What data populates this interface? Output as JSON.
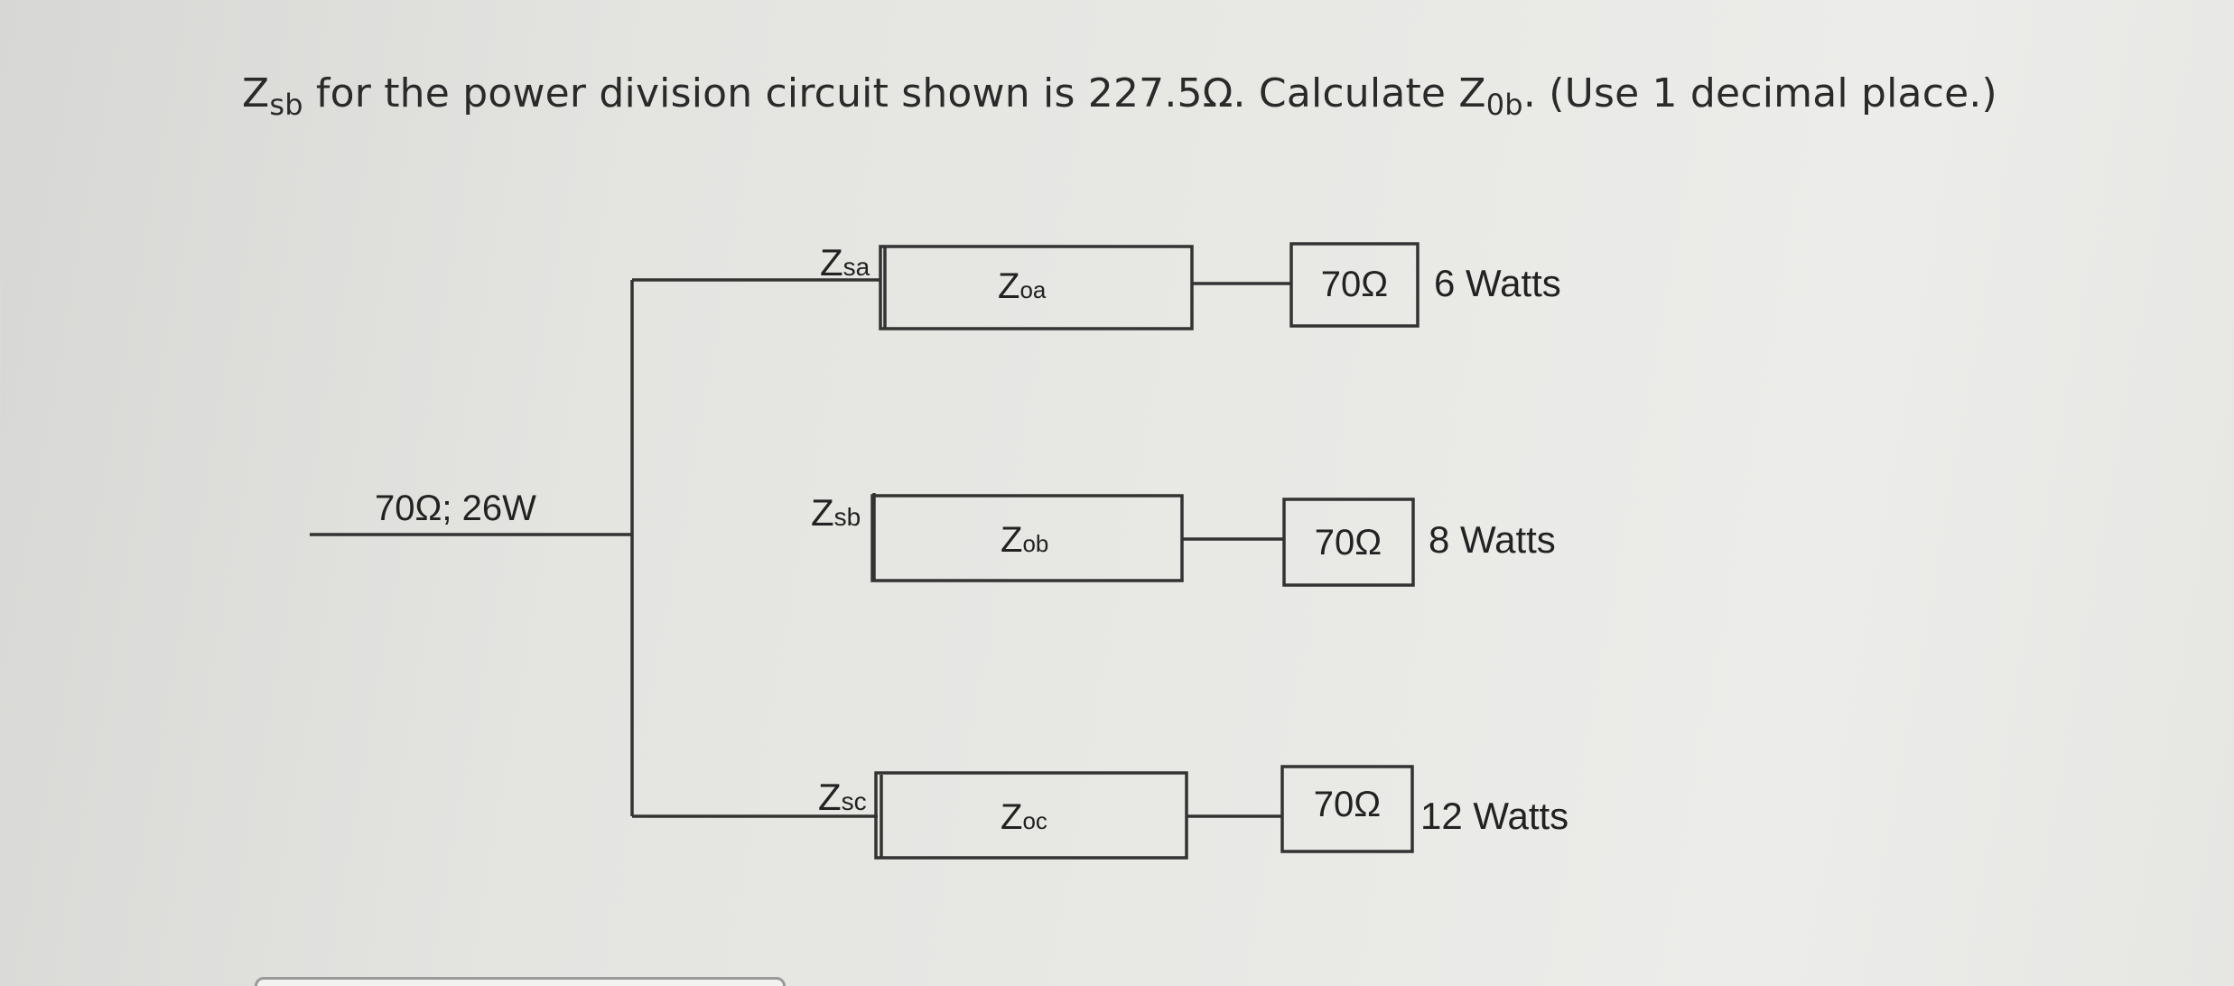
{
  "question": {
    "symbol_sb": "Z",
    "sub_sb": "sb",
    "text_part1": " for the power division circuit shown is 227.5Ω. Calculate ",
    "symbol_ob": "Z",
    "sub_ob": "0b",
    "text_part2": ". (Use 1 decimal place.)"
  },
  "diagram": {
    "source_label": "70Ω; 26W",
    "branches": [
      {
        "series_label": "Z",
        "series_sub": "sa",
        "transformer_label": "Z",
        "transformer_sub": "oa",
        "load_label": "70Ω",
        "power_label": "6 Watts"
      },
      {
        "series_label": "Z",
        "series_sub": "sb",
        "transformer_label": "Z",
        "transformer_sub": "ob",
        "load_label": "70Ω",
        "power_label": "8 Watts"
      },
      {
        "series_label": "Z",
        "series_sub": "sc",
        "transformer_label": "Z",
        "transformer_sub": "oc",
        "load_label": "70Ω",
        "power_label": "12 Watts"
      }
    ]
  }
}
